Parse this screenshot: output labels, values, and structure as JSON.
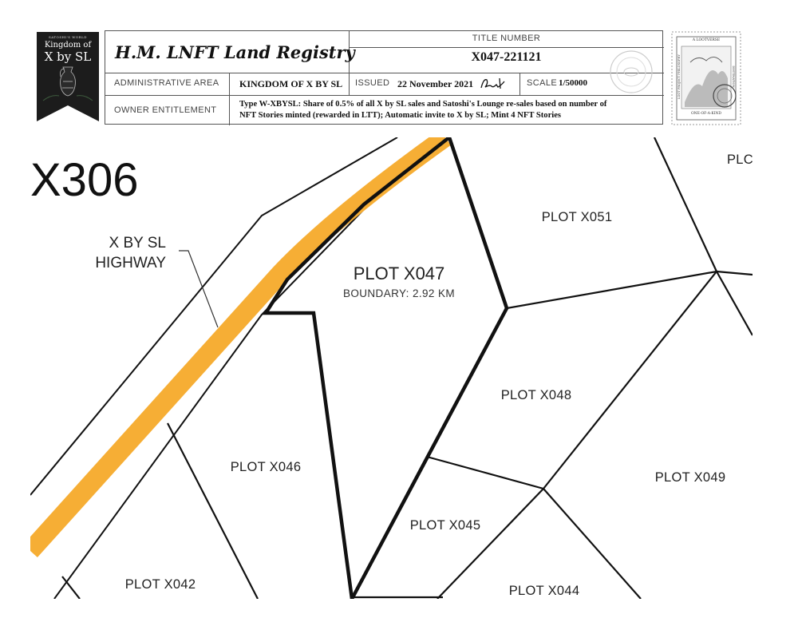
{
  "logo": {
    "small_text": "SATOSHI'S WORLD",
    "kingdom_of": "Kingdom of",
    "name": "X by SL"
  },
  "registry": {
    "title": "H.M. LNFT Land Registry",
    "title_number_label": "TITLE NUMBER",
    "title_number": "X047-221121",
    "admin_area_label": "ADMINISTRATIVE AREA",
    "admin_area": "KINGDOM OF X BY SL",
    "issued_label": "ISSUED",
    "issued": "22 November 2021",
    "scale_label": "SCALE",
    "scale": "1/50000",
    "owner_label": "OWNER ENTITLEMENT",
    "owner_line1": "Type W-XBYSL: Share of 0.5% of all X by SL sales and Satoshi's Lounge re-sales based on number of",
    "owner_line2": "NFT Stories minted (rewarded in LTT); Automatic invite to X by SL; Mint 4 NFT Stories"
  },
  "stamp": {
    "top_text": "A LOOTVERSE",
    "bottom_text": "ONE-OF-A-KIND",
    "left_text": "LOOT PROJECT PHILOSOPHY",
    "right_text": "DESTINATION"
  },
  "map": {
    "region": "X306",
    "highway_line1": "X BY SL",
    "highway_line2": "HIGHWAY",
    "plots": {
      "x047": "PLOT X047",
      "x047_boundary": "BOUNDARY: 2.92 KM",
      "x051": "PLOT X051",
      "x048": "PLOT X048",
      "x046": "PLOT X046",
      "x049": "PLOT X049",
      "x045": "PLOT X045",
      "x042": "PLOT X042",
      "x044": "PLOT X044",
      "partial_top_right": "PLC"
    },
    "colors": {
      "highway": "#F6AE35",
      "boundary": "#111111"
    }
  }
}
